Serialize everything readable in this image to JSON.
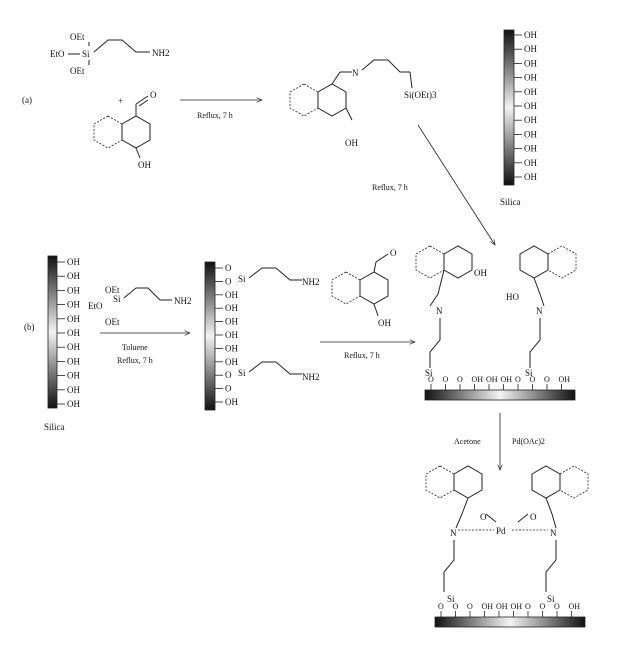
{
  "reagents": {
    "silane_ethoxy_top": "OEt",
    "silane_ethoxy_left": "EtO",
    "silane_ethoxy_bottom": "OEt",
    "silicon": "Si",
    "amine": "NH2",
    "plus": "+",
    "aldehyde_oxygen": "O",
    "hydroxyl": "OH"
  },
  "route_a": {
    "label": "(a)",
    "step1_condition": "Reflux, 7 h",
    "product_imine_n": "N",
    "product_silyl": "Si(OEt)3",
    "product_hydroxyl": "OH",
    "step2_condition": "Reflux, 7 h"
  },
  "silica_top": {
    "groups": [
      "OH",
      "OH",
      "OH",
      "OH",
      "OH",
      "OH",
      "OH",
      "OH",
      "OH",
      "OH",
      "OH"
    ],
    "caption": "Silica"
  },
  "route_b": {
    "label": "(b)",
    "silica_groups": [
      "OH",
      "OH",
      "OH",
      "OH",
      "OH",
      "OH",
      "OH",
      "OH",
      "OH",
      "OH",
      "OH"
    ],
    "silica_caption": "Silica",
    "reagent_ethoxy_top": "OEt",
    "reagent_ethoxy_left": "EtO",
    "reagent_ethoxy_bottom": "OEt",
    "reagent_si": "Si",
    "reagent_amine": "NH2",
    "step1_solvent": "Toluene",
    "step1_condition": "Reflux, 7 h",
    "functionalized_groups": [
      "O",
      "O",
      "OH",
      "OH",
      "OH",
      "OH",
      "OH",
      "OH",
      "O",
      "O",
      "OH"
    ],
    "functionalized_si": "Si",
    "functionalized_amine": "NH2",
    "aldehyde_oxygen": "O",
    "aldehyde_hydroxyl": "OH",
    "step2_condition": "Reflux, 7 h"
  },
  "schiff_base_surface": {
    "left_oh": "OH",
    "right_ho": "HO",
    "n_left": "N",
    "n_right": "N",
    "si_left": "Si",
    "si_right": "Si",
    "surface_o": "O",
    "surface_oh": "OH"
  },
  "complexation": {
    "solvent": "Acetone",
    "reagent": "Pd(OAc)2"
  },
  "pd_complex": {
    "metal": "Pd",
    "o_left": "O",
    "o_right": "O",
    "n_left": "N",
    "n_right": "N",
    "si_left": "Si",
    "si_right": "Si",
    "surface_o": "O",
    "surface_oh": "OH"
  }
}
